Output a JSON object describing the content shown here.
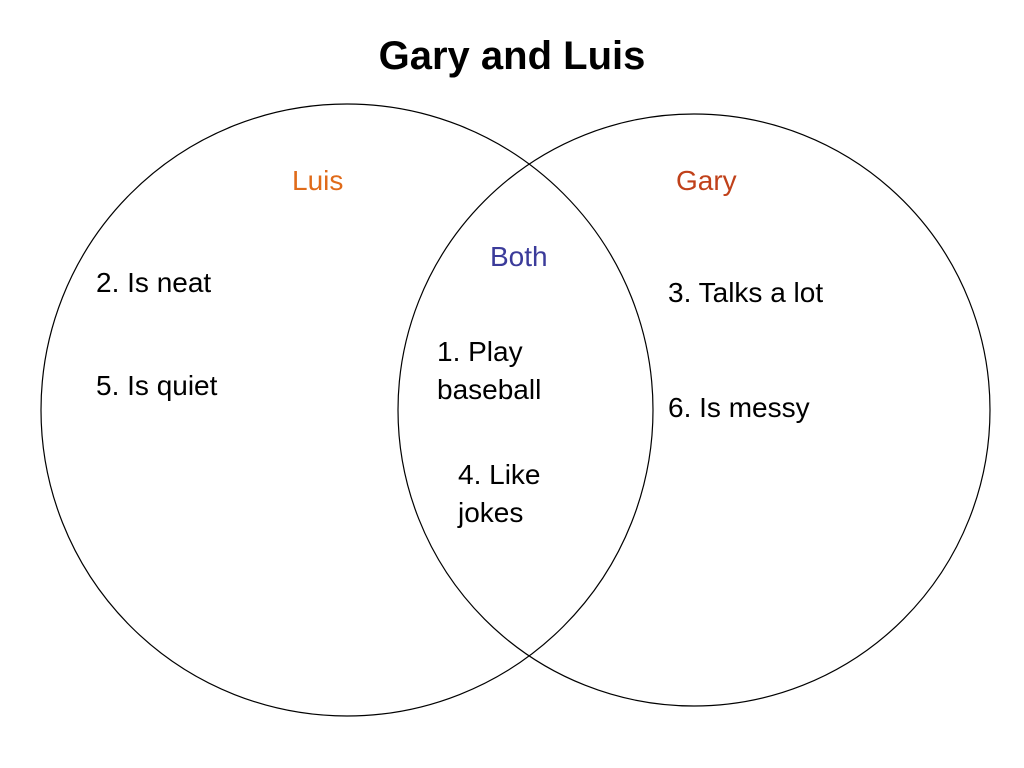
{
  "diagram": {
    "title": "Gary and Luis",
    "sets": [
      {
        "id": "luis",
        "label": "Luis",
        "label_color": "#e06b1a",
        "items": [
          "2. Is neat",
          "5. Is quiet"
        ]
      },
      {
        "id": "gary",
        "label": "Gary",
        "label_color": "#c0411a",
        "items": [
          "3. Talks a lot",
          "6. Is messy"
        ]
      }
    ],
    "intersection": {
      "label": "Both",
      "label_color": "#3b3b9a",
      "items": [
        "1. Play baseball",
        "4. Like jokes"
      ]
    },
    "outline_color": "#000000"
  }
}
